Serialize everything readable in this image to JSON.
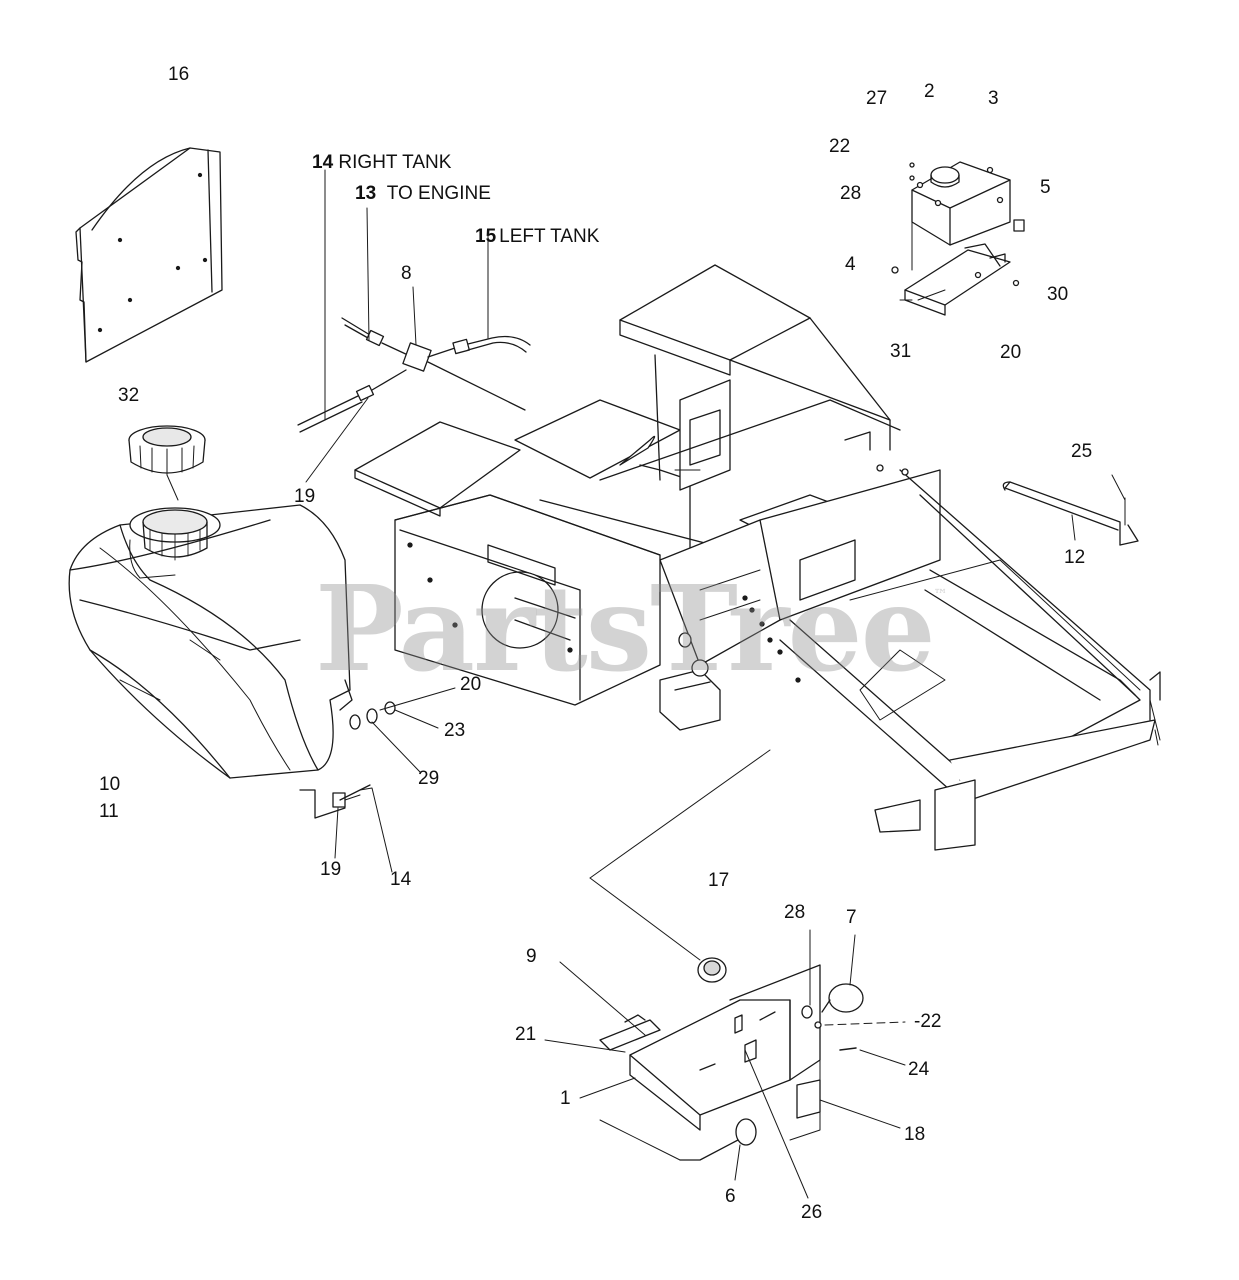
{
  "watermark": {
    "text": "PartsTree",
    "mark": "™"
  },
  "callouts": {
    "c16": "16",
    "c14_right": {
      "num": "14",
      "text": "RIGHT TANK"
    },
    "c13_engine": {
      "num": "13",
      "text": "TO ENGINE"
    },
    "c15_left": {
      "num": "15",
      "text": "LEFT TANK"
    },
    "c8": "8",
    "c19_top": "19",
    "c32": "32",
    "c10": "10",
    "c11": "11",
    "c20_mid": "20",
    "c23": "23",
    "c29": "29",
    "c19_bottom": "19",
    "c14_bottom": "14",
    "c27": "27",
    "c2": "2",
    "c3": "3",
    "c22_top": "22",
    "c28_top": "28",
    "c5": "5",
    "c4": "4",
    "c30": "30",
    "c31": "31",
    "c20_top": "20",
    "c25": "25",
    "c12": "12",
    "c17": "17",
    "c9": "9",
    "c28_bottom": "28",
    "c7": "7",
    "c22_bottom": "-22",
    "c21": "21",
    "c24": "24",
    "c1": "1",
    "c18": "18",
    "c6": "6",
    "c26": "26"
  }
}
